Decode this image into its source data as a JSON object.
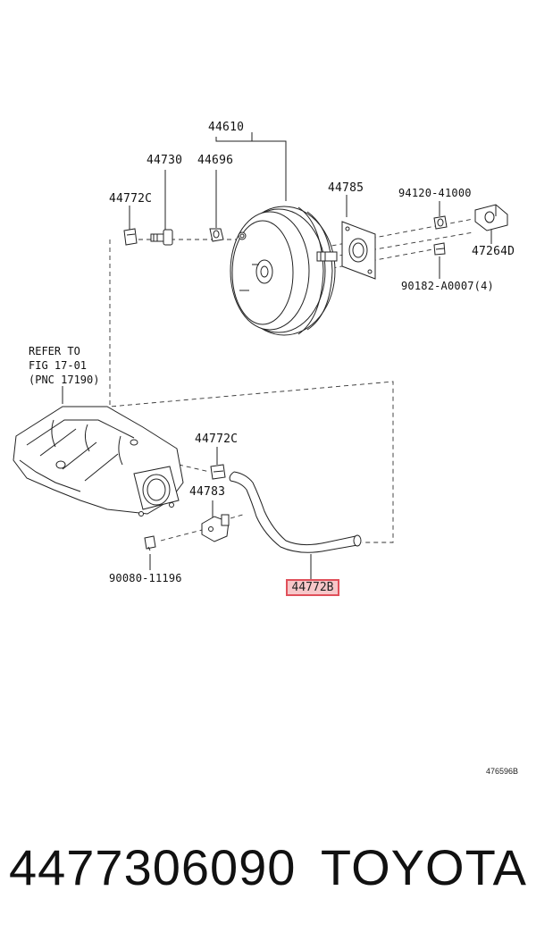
{
  "parts": {
    "p44610": "44610",
    "p44730": "44730",
    "p44696": "44696",
    "p44772c_top": "44772C",
    "p44785": "44785",
    "p94120": "94120-41000",
    "p47264d": "47264D",
    "p90182": "90182-A0007(4)",
    "p44772c_mid": "44772C",
    "p44783": "44783",
    "p90080": "90080-11196",
    "p44772b": "44772B"
  },
  "refer_note": {
    "line1": "REFER TO",
    "line2": "FIG 17-01",
    "line3": "(PNC 17190)"
  },
  "highlight_color": "#e0505a",
  "figure_id": "476596B",
  "footer": {
    "part_number": "4477306090",
    "brand": "TOYOTA"
  }
}
